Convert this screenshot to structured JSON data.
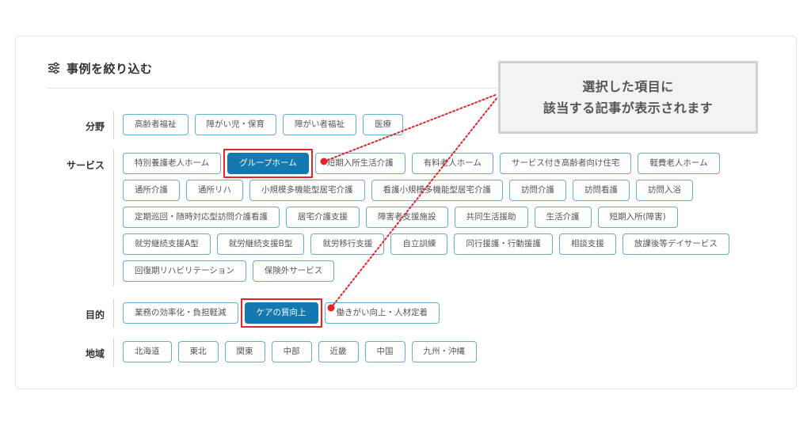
{
  "title": "事例を絞り込む",
  "callout": {
    "line1": "選択した項目に",
    "line2": "該当する記事が表示されます"
  },
  "filters": [
    {
      "label": "分野",
      "tags": [
        {
          "label": "高齢者福祉",
          "selected": false
        },
        {
          "label": "障がい児・保育",
          "selected": false
        },
        {
          "label": "障がい者福祉",
          "selected": false
        },
        {
          "label": "医療",
          "selected": false
        }
      ]
    },
    {
      "label": "サービス",
      "tags": [
        {
          "label": "特別養護老人ホーム",
          "selected": false
        },
        {
          "label": "グループホーム",
          "selected": true
        },
        {
          "label": "短期入所生活介護",
          "selected": false
        },
        {
          "label": "有料老人ホーム",
          "selected": false
        },
        {
          "label": "サービス付き高齢者向け住宅",
          "selected": false
        },
        {
          "label": "軽費老人ホーム",
          "selected": false
        },
        {
          "label": "通所介護",
          "selected": false
        },
        {
          "label": "通所リハ",
          "selected": false
        },
        {
          "label": "小規模多機能型居宅介護",
          "selected": false
        },
        {
          "label": "看護小規模多機能型居宅介護",
          "selected": false
        },
        {
          "label": "訪問介護",
          "selected": false
        },
        {
          "label": "訪問看護",
          "selected": false
        },
        {
          "label": "訪問入浴",
          "selected": false
        },
        {
          "label": "定期巡回・随時対応型訪問介護看護",
          "selected": false
        },
        {
          "label": "居宅介護支援",
          "selected": false
        },
        {
          "label": "障害者支援施設",
          "selected": false
        },
        {
          "label": "共同生活援助",
          "selected": false
        },
        {
          "label": "生活介護",
          "selected": false
        },
        {
          "label": "短期入所(障害)",
          "selected": false
        },
        {
          "label": "就労継続支援A型",
          "selected": false
        },
        {
          "label": "就労継続支援B型",
          "selected": false
        },
        {
          "label": "就労移行支援",
          "selected": false
        },
        {
          "label": "自立訓練",
          "selected": false
        },
        {
          "label": "同行援護・行動援護",
          "selected": false
        },
        {
          "label": "相談支援",
          "selected": false
        },
        {
          "label": "放課後等デイサービス",
          "selected": false
        },
        {
          "label": "回復期リハビリテーション",
          "selected": false
        },
        {
          "label": "保険外サービス",
          "selected": false
        }
      ]
    },
    {
      "label": "目的",
      "tags": [
        {
          "label": "業務の効率化・負担軽減",
          "selected": false
        },
        {
          "label": "ケアの質向上",
          "selected": true
        },
        {
          "label": "働きがい向上・人材定着",
          "selected": false
        }
      ]
    },
    {
      "label": "地域",
      "tags": [
        {
          "label": "北海道",
          "selected": false
        },
        {
          "label": "東北",
          "selected": false
        },
        {
          "label": "関東",
          "selected": false
        },
        {
          "label": "中部",
          "selected": false
        },
        {
          "label": "近畿",
          "selected": false
        },
        {
          "label": "中国",
          "selected": false
        },
        {
          "label": "九州・沖縄",
          "selected": false
        }
      ]
    }
  ],
  "colors": {
    "accent": "#1479b0",
    "tag_border": "#64aed0",
    "highlight": "#e0262a"
  }
}
